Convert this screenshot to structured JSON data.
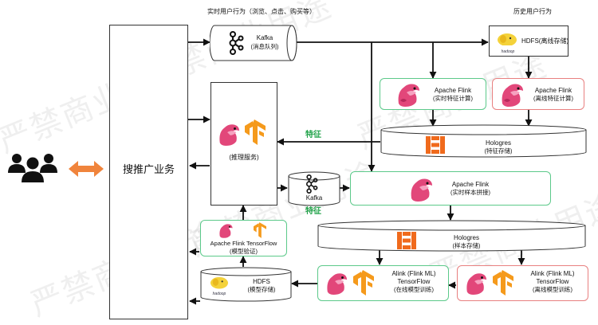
{
  "labels": {
    "realtime_behavior": "实时用户行为（浏览、点击、购买等）",
    "history_behavior": "历史用户行为",
    "search_business": "搜推广业务",
    "kafka_top": "Kafka",
    "kafka_top_sub": "(消息队列)",
    "hdfs_offline": "HDFS(离线存储)",
    "flink_rt_feature_1": "Apache Flink",
    "flink_rt_feature_2": "(实时特征计算)",
    "flink_off_feature_1": "Apache Flink",
    "flink_off_feature_2": "(离线特征计算)",
    "inference": "(推理服务)",
    "feature_edge_1": "特征",
    "feature_edge_2": "特征",
    "hologres_feature_1": "Hologres",
    "hologres_feature_2": "(特征存储)",
    "kafka_mid": "Kafka",
    "flink_sample_1": "Apache Flink",
    "flink_sample_2": "(实时样本拼接)",
    "model_validate_1": "Apache Flink TensorFlow",
    "model_validate_2": "(模型验证)",
    "hologres_sample_1": "Hologres",
    "hologres_sample_2": "(样本存储)",
    "hdfs_model_1": "HDFS",
    "hdfs_model_2": "(模型存储)",
    "alink_online_1": "Alink  (Flink ML)",
    "alink_online_2": "TensorFlow",
    "alink_online_3": "(在线模型训练)",
    "alink_offline_1": "Alink  (Flink ML)",
    "alink_offline_2": "TensorFlow",
    "alink_offline_3": "(离线模型训练)",
    "hadoop_1": "hadoop",
    "hadoop_2": "hadoop",
    "watermark": "严禁商业用途"
  },
  "icons": {
    "users": "users-icon",
    "bidirectional_arrow": "double-arrow-icon",
    "kafka": "kafka-icon",
    "flink": "flink-squirrel-icon",
    "tensorflow": "tensorflow-icon",
    "hologres": "hologres-icon",
    "hadoop": "hadoop-elephant-icon"
  },
  "colors": {
    "green_border": "#5cc98a",
    "red_border": "#e88080",
    "orange_arrow": "#f0843c",
    "feature_text": "#22a34a",
    "tensorflow": "#f59a1c",
    "hologres": "#f06a1c",
    "flink": "#e2477a"
  }
}
